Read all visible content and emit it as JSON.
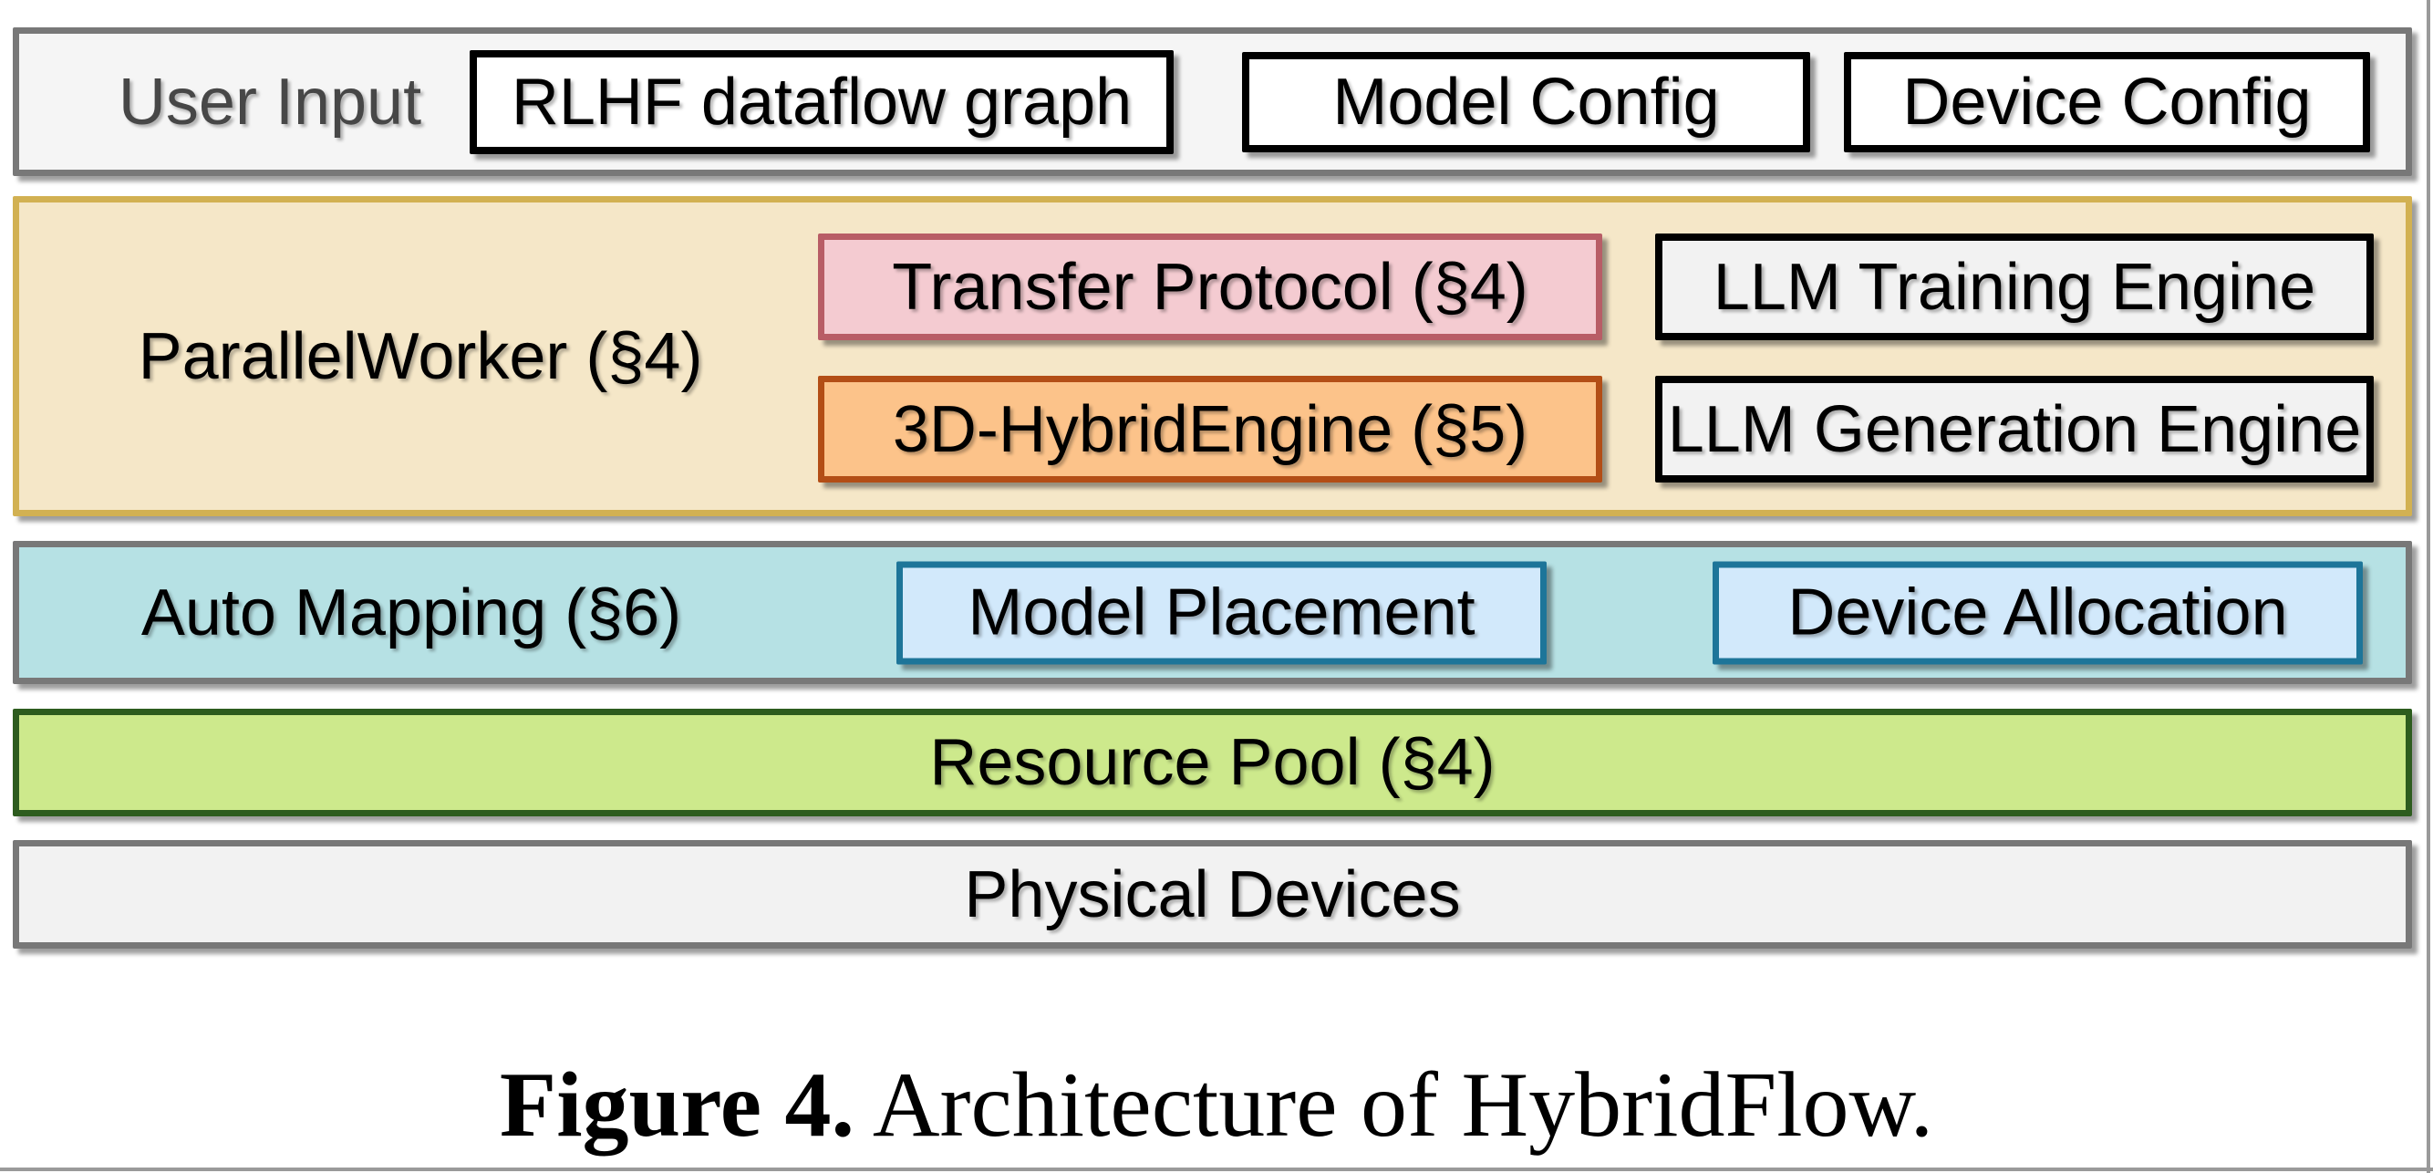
{
  "user_input": {
    "label": "User Input",
    "rlhf_box": "RLHF dataflow graph",
    "model_config_box": "Model Config",
    "device_config_box": "Device Config"
  },
  "parallel_worker": {
    "label": "ParallelWorker (§4)",
    "transfer_protocol_box": "Transfer Protocol (§4)",
    "hybrid_engine_box": "3D-HybridEngine (§5)",
    "training_engine_box": "LLM Training Engine",
    "generation_engine_box": "LLM Generation Engine"
  },
  "auto_mapping": {
    "label": "Auto Mapping (§6)",
    "model_placement_box": "Model Placement",
    "device_allocation_box": "Device Allocation"
  },
  "resource_pool": {
    "label": "Resource Pool (§4)"
  },
  "physical_devices": {
    "label": "Physical Devices"
  },
  "caption": {
    "prefix": "Figure 4.",
    "text": " Architecture of HybridFlow."
  },
  "colors": {
    "row_border_gray": "#787878",
    "user_input_bg": "#f5f5f5",
    "parallel_worker_bg": "#f5e7c8",
    "parallel_worker_border": "#d2b152",
    "transfer_protocol_bg": "#f4cbd1",
    "transfer_protocol_border": "#b85d66",
    "hybrid_engine_bg": "#fcc38a",
    "hybrid_engine_border": "#b34e16",
    "engine_box_bg": "#f2f2f2",
    "engine_box_border": "#000000",
    "auto_mapping_bg": "#b6e1e4",
    "mapping_box_bg": "#d2e9fb",
    "mapping_box_border": "#1d7599",
    "resource_pool_bg": "#cde98c",
    "resource_pool_border": "#2d5c1e",
    "physical_devices_bg": "#f2f2f2"
  }
}
